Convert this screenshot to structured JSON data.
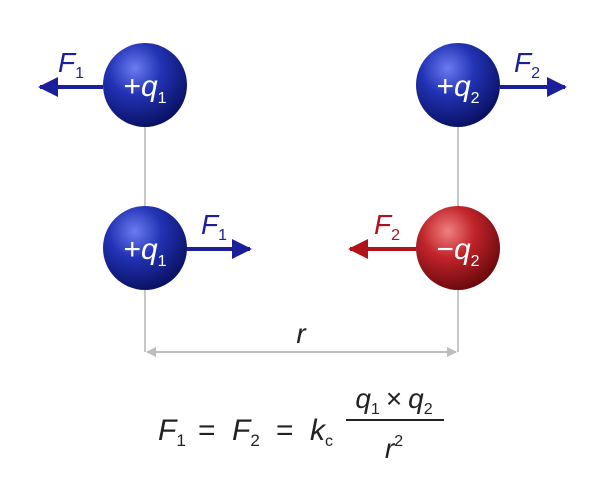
{
  "colors": {
    "positive_charge": "#1f2a9c",
    "negative_charge": "#b31a1f",
    "force_arrow_blue": "#1c1f9a",
    "force_arrow_red": "#b0141a",
    "guide_line": "#c8c8c8",
    "text": "#222222"
  },
  "top_row": {
    "left_charge": {
      "sign": "+",
      "symbol": "q",
      "sub": "1"
    },
    "right_charge": {
      "sign": "+",
      "symbol": "q",
      "sub": "2"
    },
    "left_force": {
      "symbol": "F",
      "sub": "1",
      "direction": "left"
    },
    "right_force": {
      "symbol": "F",
      "sub": "2",
      "direction": "right"
    }
  },
  "bottom_row": {
    "left_charge": {
      "sign": "+",
      "symbol": "q",
      "sub": "1"
    },
    "right_charge": {
      "sign": "−",
      "symbol": "q",
      "sub": "2"
    },
    "left_force": {
      "symbol": "F",
      "sub": "1",
      "direction": "right"
    },
    "right_force": {
      "symbol": "F",
      "sub": "2",
      "direction": "left"
    }
  },
  "distance": {
    "label": "r"
  },
  "formula": {
    "lhs_symbol": "F",
    "lhs_sub": "1",
    "eq1": "=",
    "mid_symbol": "F",
    "mid_sub": "2",
    "eq2": "=",
    "const_symbol": "k",
    "const_sub": "c",
    "num_q1": "q",
    "num_q1_sub": "1",
    "times": "×",
    "num_q2": "q",
    "num_q2_sub": "2",
    "den_symbol": "r",
    "den_exp": "2"
  }
}
